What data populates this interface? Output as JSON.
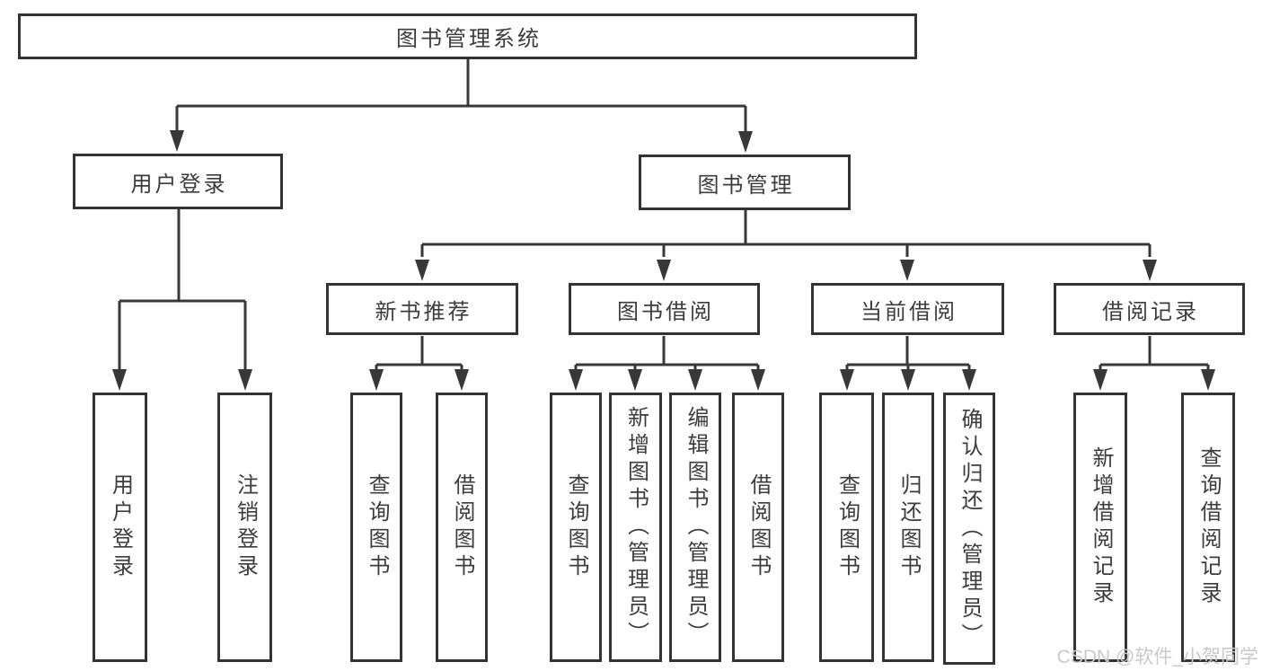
{
  "root": {
    "label": "图书管理系统"
  },
  "branches": [
    {
      "label": "用户登录",
      "children": [
        {
          "label": "用户登录"
        },
        {
          "label": "注销登录"
        }
      ]
    },
    {
      "label": "图书管理",
      "children": [
        {
          "label": "新书推荐",
          "children": [
            {
              "label": "查询图书"
            },
            {
              "label": "借阅图书"
            }
          ]
        },
        {
          "label": "图书借阅",
          "children": [
            {
              "label": "查询图书"
            },
            {
              "label": "新增图书（管理员）"
            },
            {
              "label": "编辑图书（管理员）"
            },
            {
              "label": "借阅图书"
            }
          ]
        },
        {
          "label": "当前借阅",
          "children": [
            {
              "label": "查询图书"
            },
            {
              "label": "归还图书"
            },
            {
              "label": "确认归还（管理员）"
            }
          ]
        },
        {
          "label": "借阅记录",
          "children": [
            {
              "label": "新增借阅记录"
            },
            {
              "label": "查询借阅记录"
            }
          ]
        }
      ]
    }
  ],
  "watermark": "CSDN @软件_小贺同学",
  "colors": {
    "line": "#383838",
    "border": "#333333",
    "text": "#3c3c3c",
    "watermark_text": "#c9c9c9",
    "background": "#ffffff"
  }
}
